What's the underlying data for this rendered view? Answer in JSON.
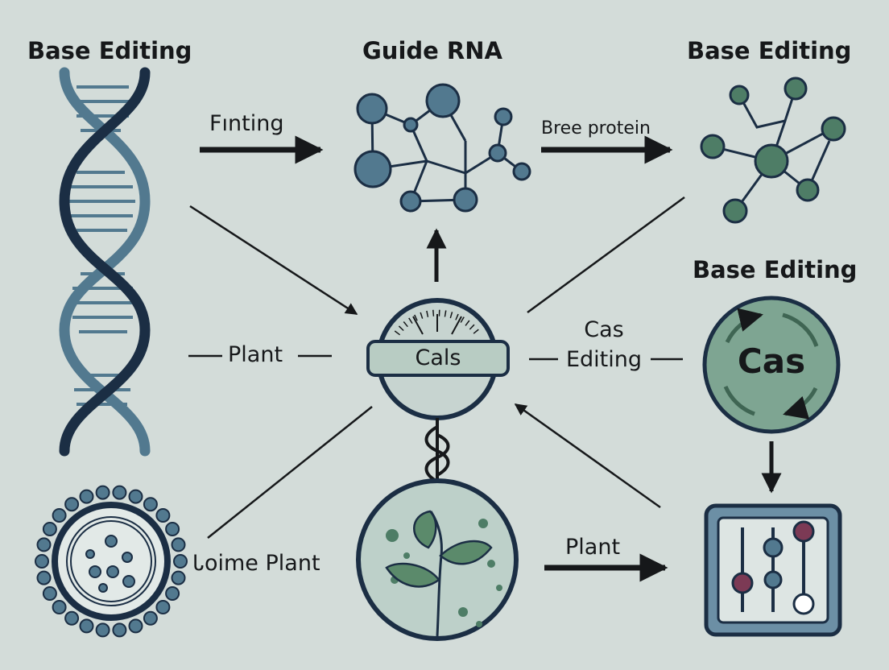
{
  "labels": {
    "top_left_title": "Base Editing",
    "top_center_title": "Guide RNA",
    "top_right_title": "Base Editing",
    "arrow_top_left": "Fınting",
    "arrow_top_right": "Bree protein",
    "mid_right_title": "Base Editing",
    "left_mid": "Plant",
    "center_badge": "Cals",
    "right_mid_line1": "Cas",
    "right_mid_line2": "Editing",
    "right_circle": "Cas",
    "bottom_left": "Ꮣoime Plant",
    "bottom_arrow": "Plant"
  },
  "colors": {
    "background": "#d3dcd9",
    "navy": "#1b2e44",
    "teal_blue": "#52798f",
    "sage": "#8eb0a1",
    "deep_green": "#4e7d66",
    "plum": "#7c3a55"
  },
  "icons": [
    "dna-helix-icon",
    "molecule-icon",
    "molecule-green-icon",
    "dial-icon",
    "cas-circle-icon",
    "cell-icon",
    "leaf-dish-icon",
    "sliders-panel-icon"
  ]
}
